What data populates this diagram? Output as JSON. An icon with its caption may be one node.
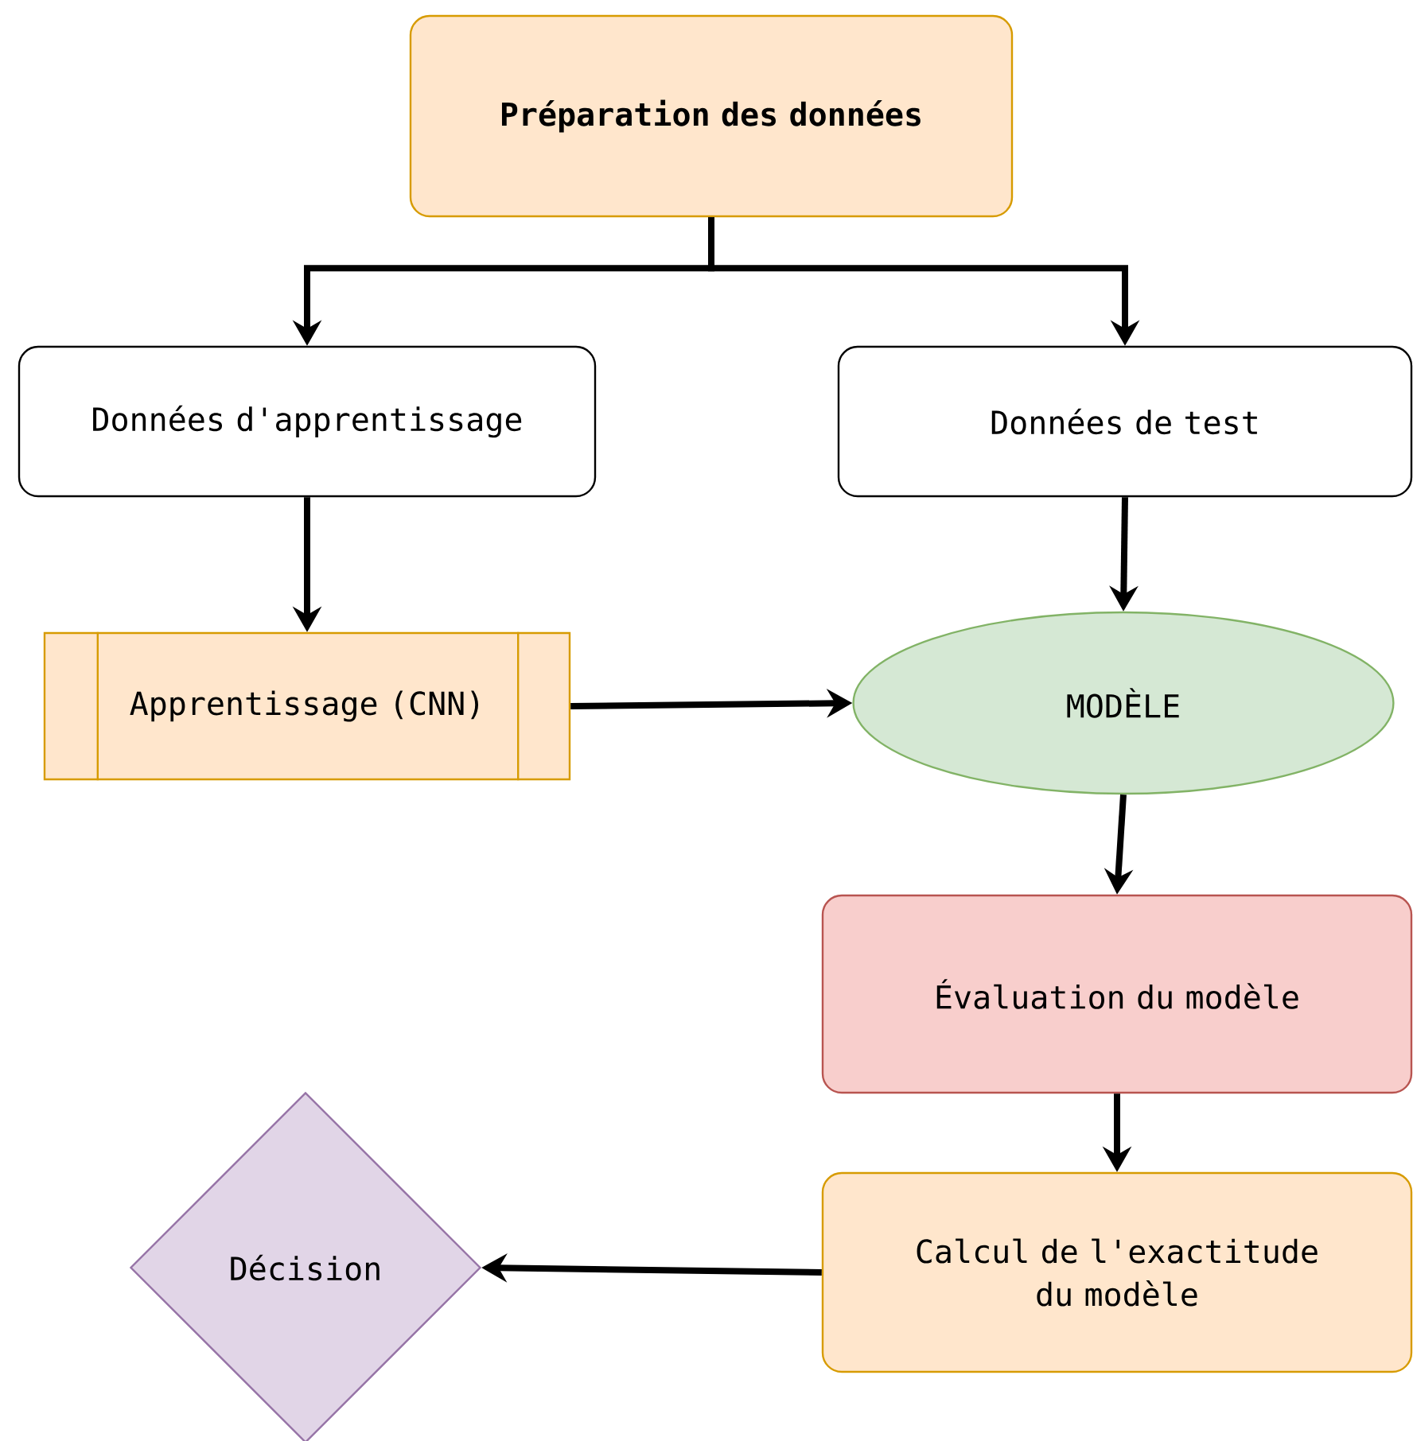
{
  "diagram": {
    "nodes": [
      {
        "text": [
          "Préparation des données"
        ]
      },
      {
        "text": [
          "Données d'apprentissage"
        ]
      },
      {
        "text": [
          "Données de test"
        ]
      },
      {
        "text": [
          "Apprentissage (CNN)"
        ]
      },
      {
        "text": [
          "MODÈLE"
        ]
      },
      {
        "text": [
          "Évaluation du modèle"
        ]
      },
      {
        "text": [
          "Calcul de l'exactitude du modèle"
        ]
      },
      {
        "text": [
          "Décision"
        ]
      }
    ],
    "edges": [
      {
        "from": 0,
        "to": 1,
        "arrow": "to"
      },
      {
        "from": 0,
        "to": 2,
        "arrow": "to"
      },
      {
        "from": 1,
        "to": 3,
        "arrow": "to"
      },
      {
        "from": 2,
        "to": 4,
        "arrow": "to"
      },
      {
        "from": 3,
        "to": 4,
        "arrow": "to"
      },
      {
        "from": 4,
        "to": 5,
        "arrow": "to"
      },
      {
        "from": 5,
        "to": 6,
        "arrow": "to"
      },
      {
        "from": 6,
        "to": 7,
        "arrow": "to"
      }
    ]
  }
}
